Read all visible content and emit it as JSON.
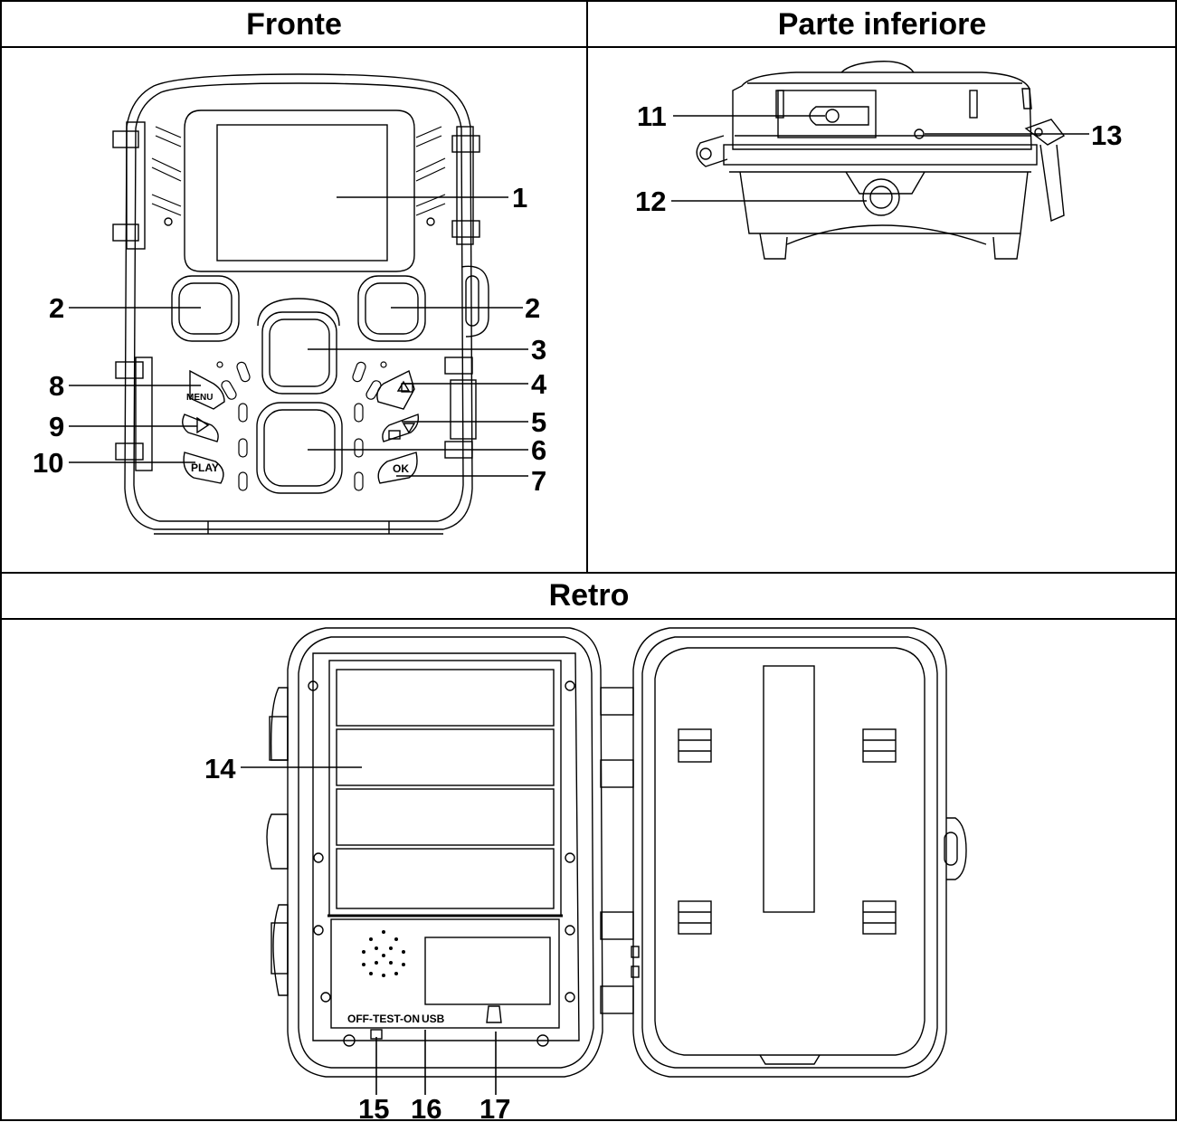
{
  "headers": {
    "front": "Fronte",
    "bottom": "Parte inferiore",
    "back": "Retro"
  },
  "callouts": {
    "c1": "1",
    "c2a": "2",
    "c2b": "2",
    "c3": "3",
    "c4": "4",
    "c5": "5",
    "c6": "6",
    "c7": "7",
    "c8": "8",
    "c9": "9",
    "c10": "10",
    "c11": "11",
    "c12": "12",
    "c13": "13",
    "c14": "14",
    "c15": "15",
    "c16": "16",
    "c17": "17"
  },
  "device_labels": {
    "menu": "MENU",
    "play": "PLAY",
    "ok": "OK",
    "switch": "OFF-TEST-ON",
    "usb": "USB"
  }
}
